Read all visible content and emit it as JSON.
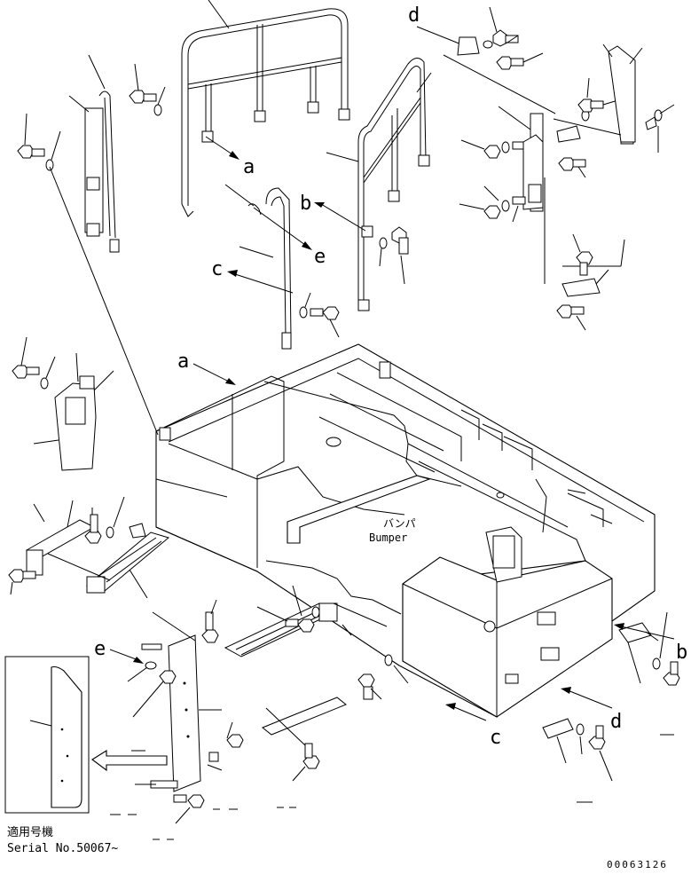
{
  "callouts": {
    "a_top": "a",
    "a_mid": "a",
    "b_top": "b",
    "b_right": "b",
    "c_left": "c",
    "c_bottom": "c",
    "d_top": "d",
    "d_bottom": "d",
    "e_top": "e",
    "e_left": "e"
  },
  "bumper_label_jp": "バンパ",
  "bumper_label_en": "Bumper",
  "serial_jp": "適用号機",
  "serial_en": "Serial No.50067~",
  "drawing_number": "00063126"
}
